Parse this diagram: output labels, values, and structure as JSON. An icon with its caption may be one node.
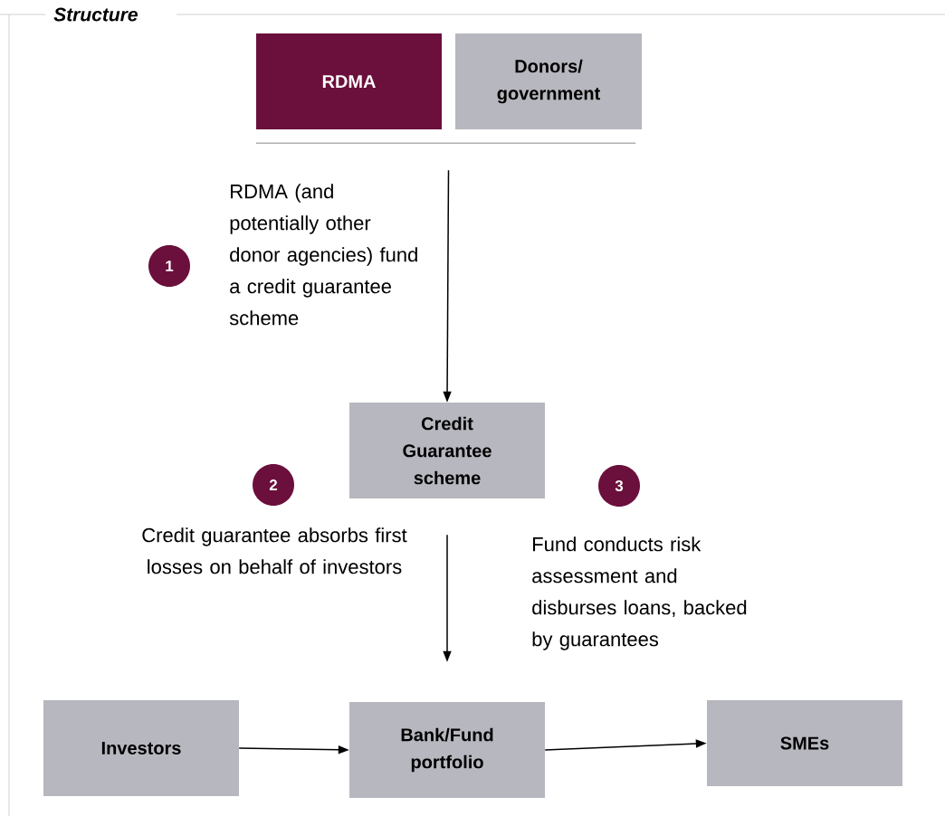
{
  "diagram": {
    "title": "Structure",
    "nodes": [
      {
        "text": [
          "RDMA"
        ]
      },
      {
        "text": [
          "Donors/ government"
        ]
      },
      {
        "text": [
          "Credit Guarantee scheme"
        ]
      },
      {
        "text": [
          "Investors"
        ]
      },
      {
        "text": [
          "Bank/Fund portfolio"
        ]
      },
      {
        "text": [
          "SMEs"
        ]
      },
      {
        "text": [
          "1"
        ]
      },
      {
        "text": [
          "2"
        ]
      },
      {
        "text": [
          "3"
        ]
      }
    ],
    "edges": [
      {
        "from": 0,
        "to": 2,
        "arrow": "to"
      },
      {
        "from": 1,
        "to": 2,
        "arrow": "to"
      },
      {
        "from": 2,
        "to": 4,
        "arrow": "to"
      },
      {
        "from": 3,
        "to": 4,
        "arrow": "to"
      },
      {
        "from": 4,
        "to": 5,
        "arrow": "to"
      }
    ],
    "labels": [
      "RDMA (and potentially other donor agencies) fund a credit guarantee scheme",
      "Credit guarantee absorbs first losses on behalf of investors",
      "Fund conducts risk assessment and disburses loans, backed by guarantees"
    ]
  }
}
